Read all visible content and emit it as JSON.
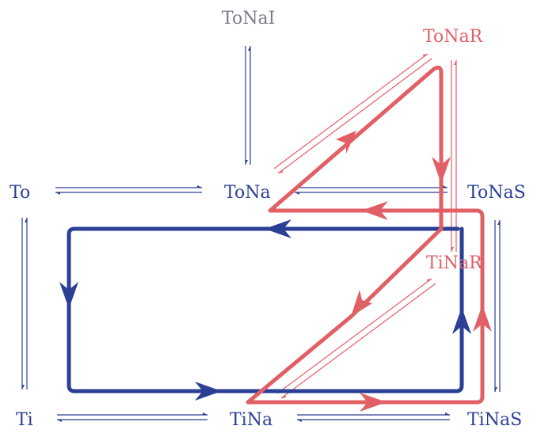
{
  "states": {
    "To": "To",
    "ToNa": "ToNa",
    "ToNaS": "ToNaS",
    "ToNaI": "ToNaI",
    "ToNaR": "ToNaR",
    "Ti": "Ti",
    "TiNa": "TiNa",
    "TiNaS": "TiNaS",
    "TiNaR": "TiNaR"
  },
  "colors": {
    "blue": "#2b3f94",
    "red": "#e06066",
    "gray": "#7a7b8c"
  }
}
